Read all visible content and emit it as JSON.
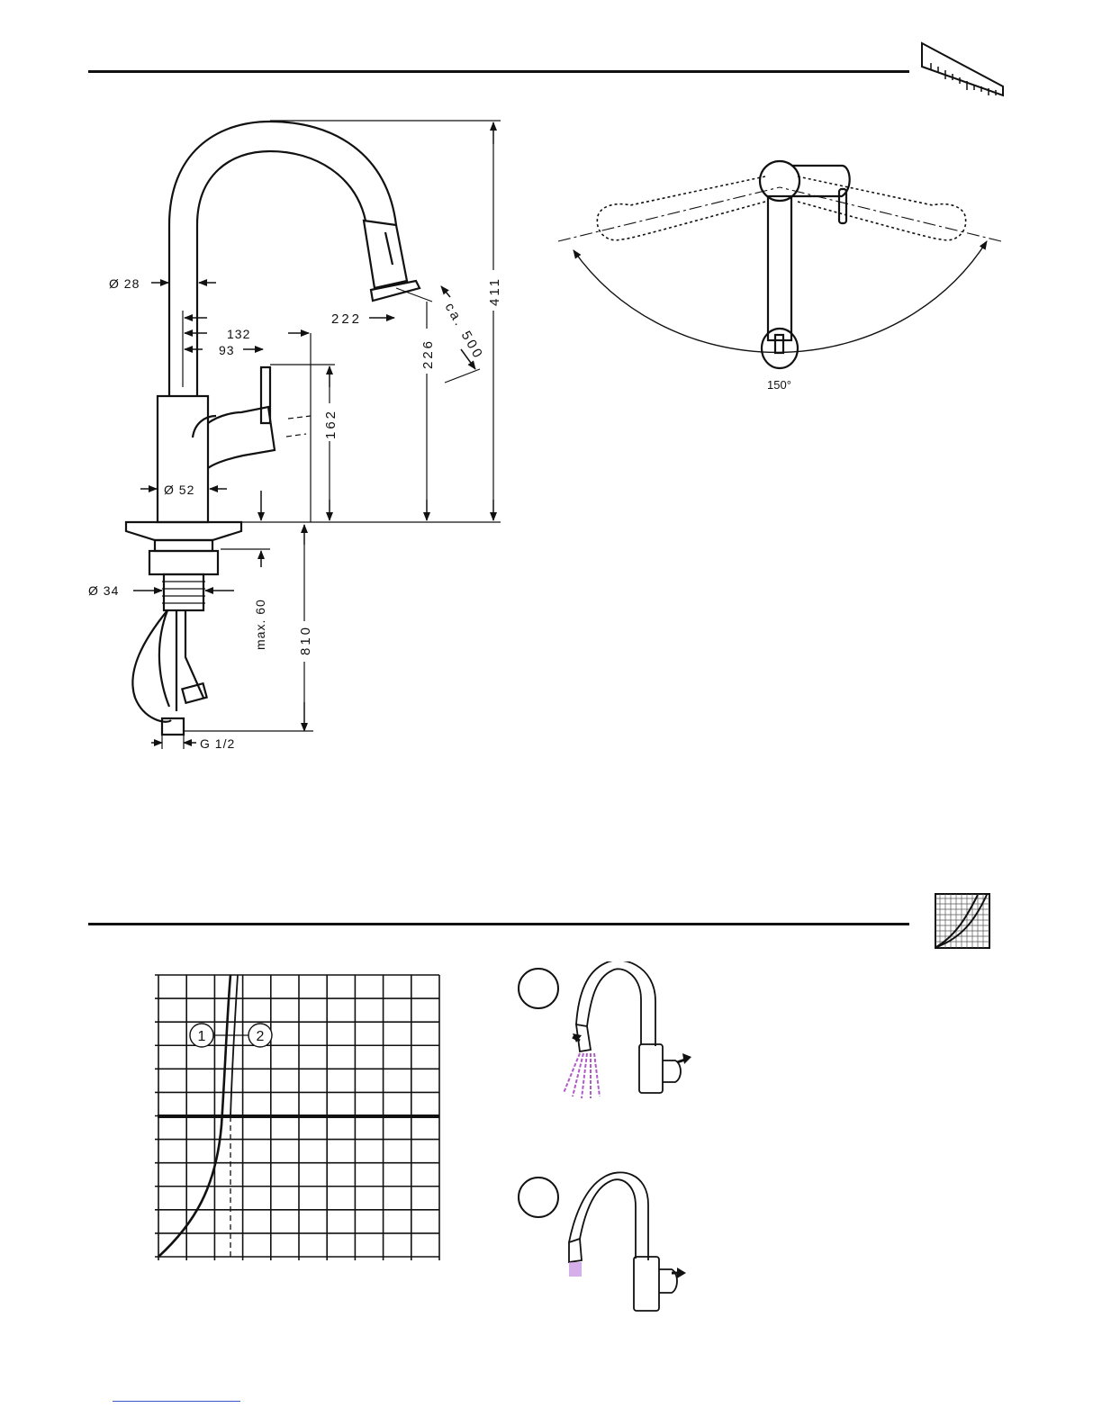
{
  "page": {
    "section1_icon": "ruler-dimensions-icon",
    "section2_icon": "flow-chart-icon",
    "footer_link_color": "#3a56c8"
  },
  "dimensions": {
    "dia_28": "Ø  28",
    "d_222": "222",
    "d_132": "132",
    "d_93": "93",
    "d_411": "411",
    "d_226": "226",
    "d_ca500": "ca. 500",
    "d_162": "162",
    "dia_52": "Ø  52",
    "dia_34": "Ø 34",
    "max_60": "max. 60",
    "d_810": "810",
    "g_half": "G 1/2"
  },
  "top_view": {
    "angle": "150°"
  },
  "flow_chart": {
    "curve_labels": [
      "1",
      "2"
    ],
    "grid_columns": 10,
    "grid_rows": 12,
    "highlight_row": 6
  },
  "usage": {
    "modes": [
      {
        "spray_type": "shower-spray",
        "spray_color": "#b05ac8"
      },
      {
        "spray_type": "laminar-stream",
        "spray_color": "#c58ce0"
      }
    ]
  }
}
